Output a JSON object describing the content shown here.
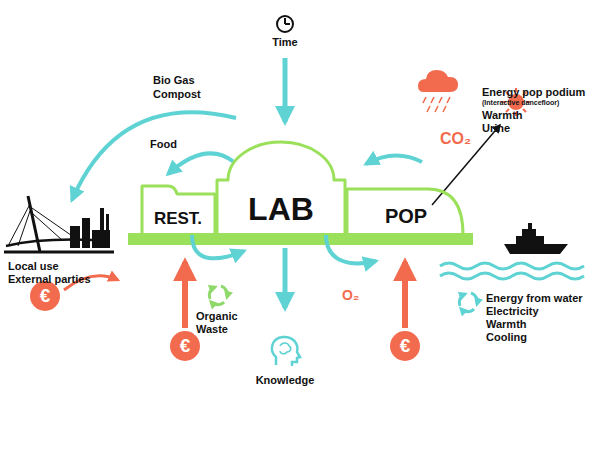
{
  "diagram": {
    "nodes": [
      {
        "text": [
          "REST."
        ]
      },
      {
        "text": [
          "LAB"
        ]
      },
      {
        "text": [
          "POP"
        ]
      }
    ],
    "edges": [
      {
        "from": 1,
        "to": 0,
        "label": "Food",
        "arrow": "to"
      },
      {
        "from": 0,
        "to": 1,
        "label": "Organic Waste",
        "arrow": "to"
      },
      {
        "from": 1,
        "to": 2,
        "label": "O₂",
        "arrow": "to"
      }
    ],
    "labels": [
      "Time",
      "Bio Gas",
      "Compost",
      "CO₂",
      "Energy pop podium",
      "(Interactive dancefloor)",
      "Warmth",
      "Urine",
      "Local use",
      "External parties",
      "€",
      "€",
      "€",
      "Knowledge",
      "Energy from water",
      "Electricity",
      "Warmth",
      "Cooling"
    ]
  }
}
